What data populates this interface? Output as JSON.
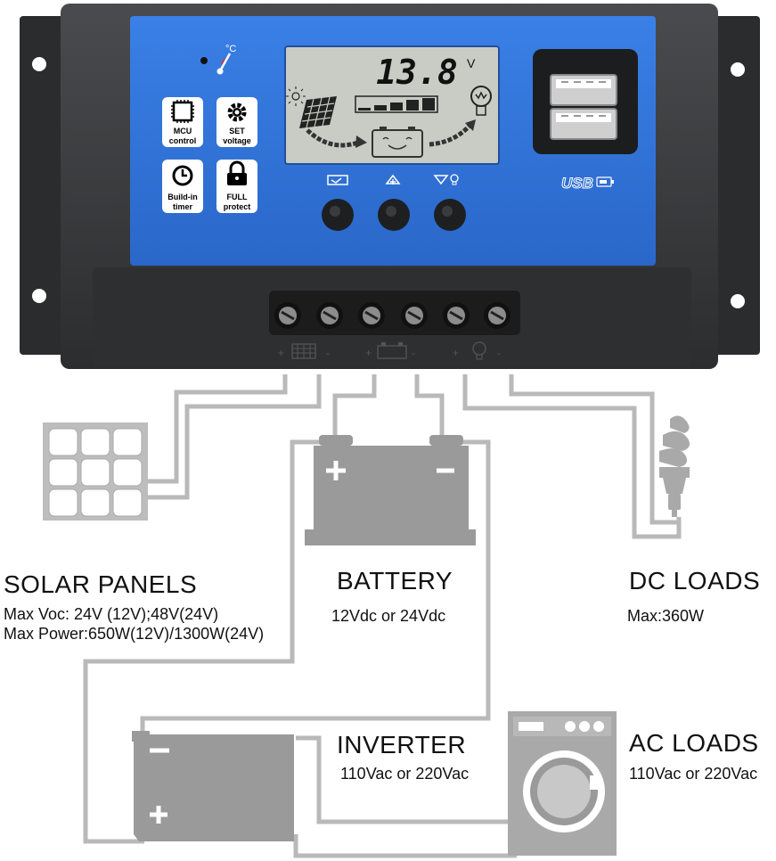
{
  "controller": {
    "lcd_voltage": "13.8",
    "lcd_unit": "V",
    "temp_symbol": "°C",
    "usb_label": "USB",
    "features": [
      {
        "icon": "chip-icon",
        "line1": "MCU",
        "line2": "control"
      },
      {
        "icon": "gear-icon",
        "line1": "SET",
        "line2": "voltage"
      },
      {
        "icon": "clock-icon",
        "line1": "Build-in",
        "line2": "timer"
      },
      {
        "icon": "lock-icon",
        "line1": "FULL",
        "line2": "protect"
      }
    ],
    "buttons": [
      {
        "icon": "menu-icon"
      },
      {
        "icon": "up-arrow-icon"
      },
      {
        "icon": "down-bulb-icon"
      }
    ],
    "terminal_groups": [
      {
        "icon": "solar-panel-icon",
        "polarity": [
          "+",
          "-"
        ]
      },
      {
        "icon": "battery-icon",
        "polarity": [
          "+",
          "-"
        ]
      },
      {
        "icon": "bulb-icon",
        "polarity": [
          "+",
          "-"
        ]
      }
    ]
  },
  "labels": {
    "solar": {
      "title": "SOLAR PANELS",
      "line1": "Max Voc: 24V (12V);48V(24V)",
      "line2": "Max Power:650W(12V)/1300W(24V)"
    },
    "battery": {
      "title": "BATTERY",
      "line1": "12Vdc or 24Vdc"
    },
    "dc_loads": {
      "title": "DC LOADS",
      "line1": "Max:360W"
    },
    "inverter": {
      "title": "INVERTER",
      "line1": "110Vac or 220Vac"
    },
    "ac_loads": {
      "title": "AC LOADS",
      "line1": "110Vac or 220Vac"
    }
  },
  "colors": {
    "panel_blue": "#2f73d8",
    "housing": "#3a3b3d",
    "terminal_block": "#2e2f31",
    "lcd": "#c9ccc5",
    "wire": "#b9b9b9",
    "device_gray": "#9a9a9a"
  }
}
